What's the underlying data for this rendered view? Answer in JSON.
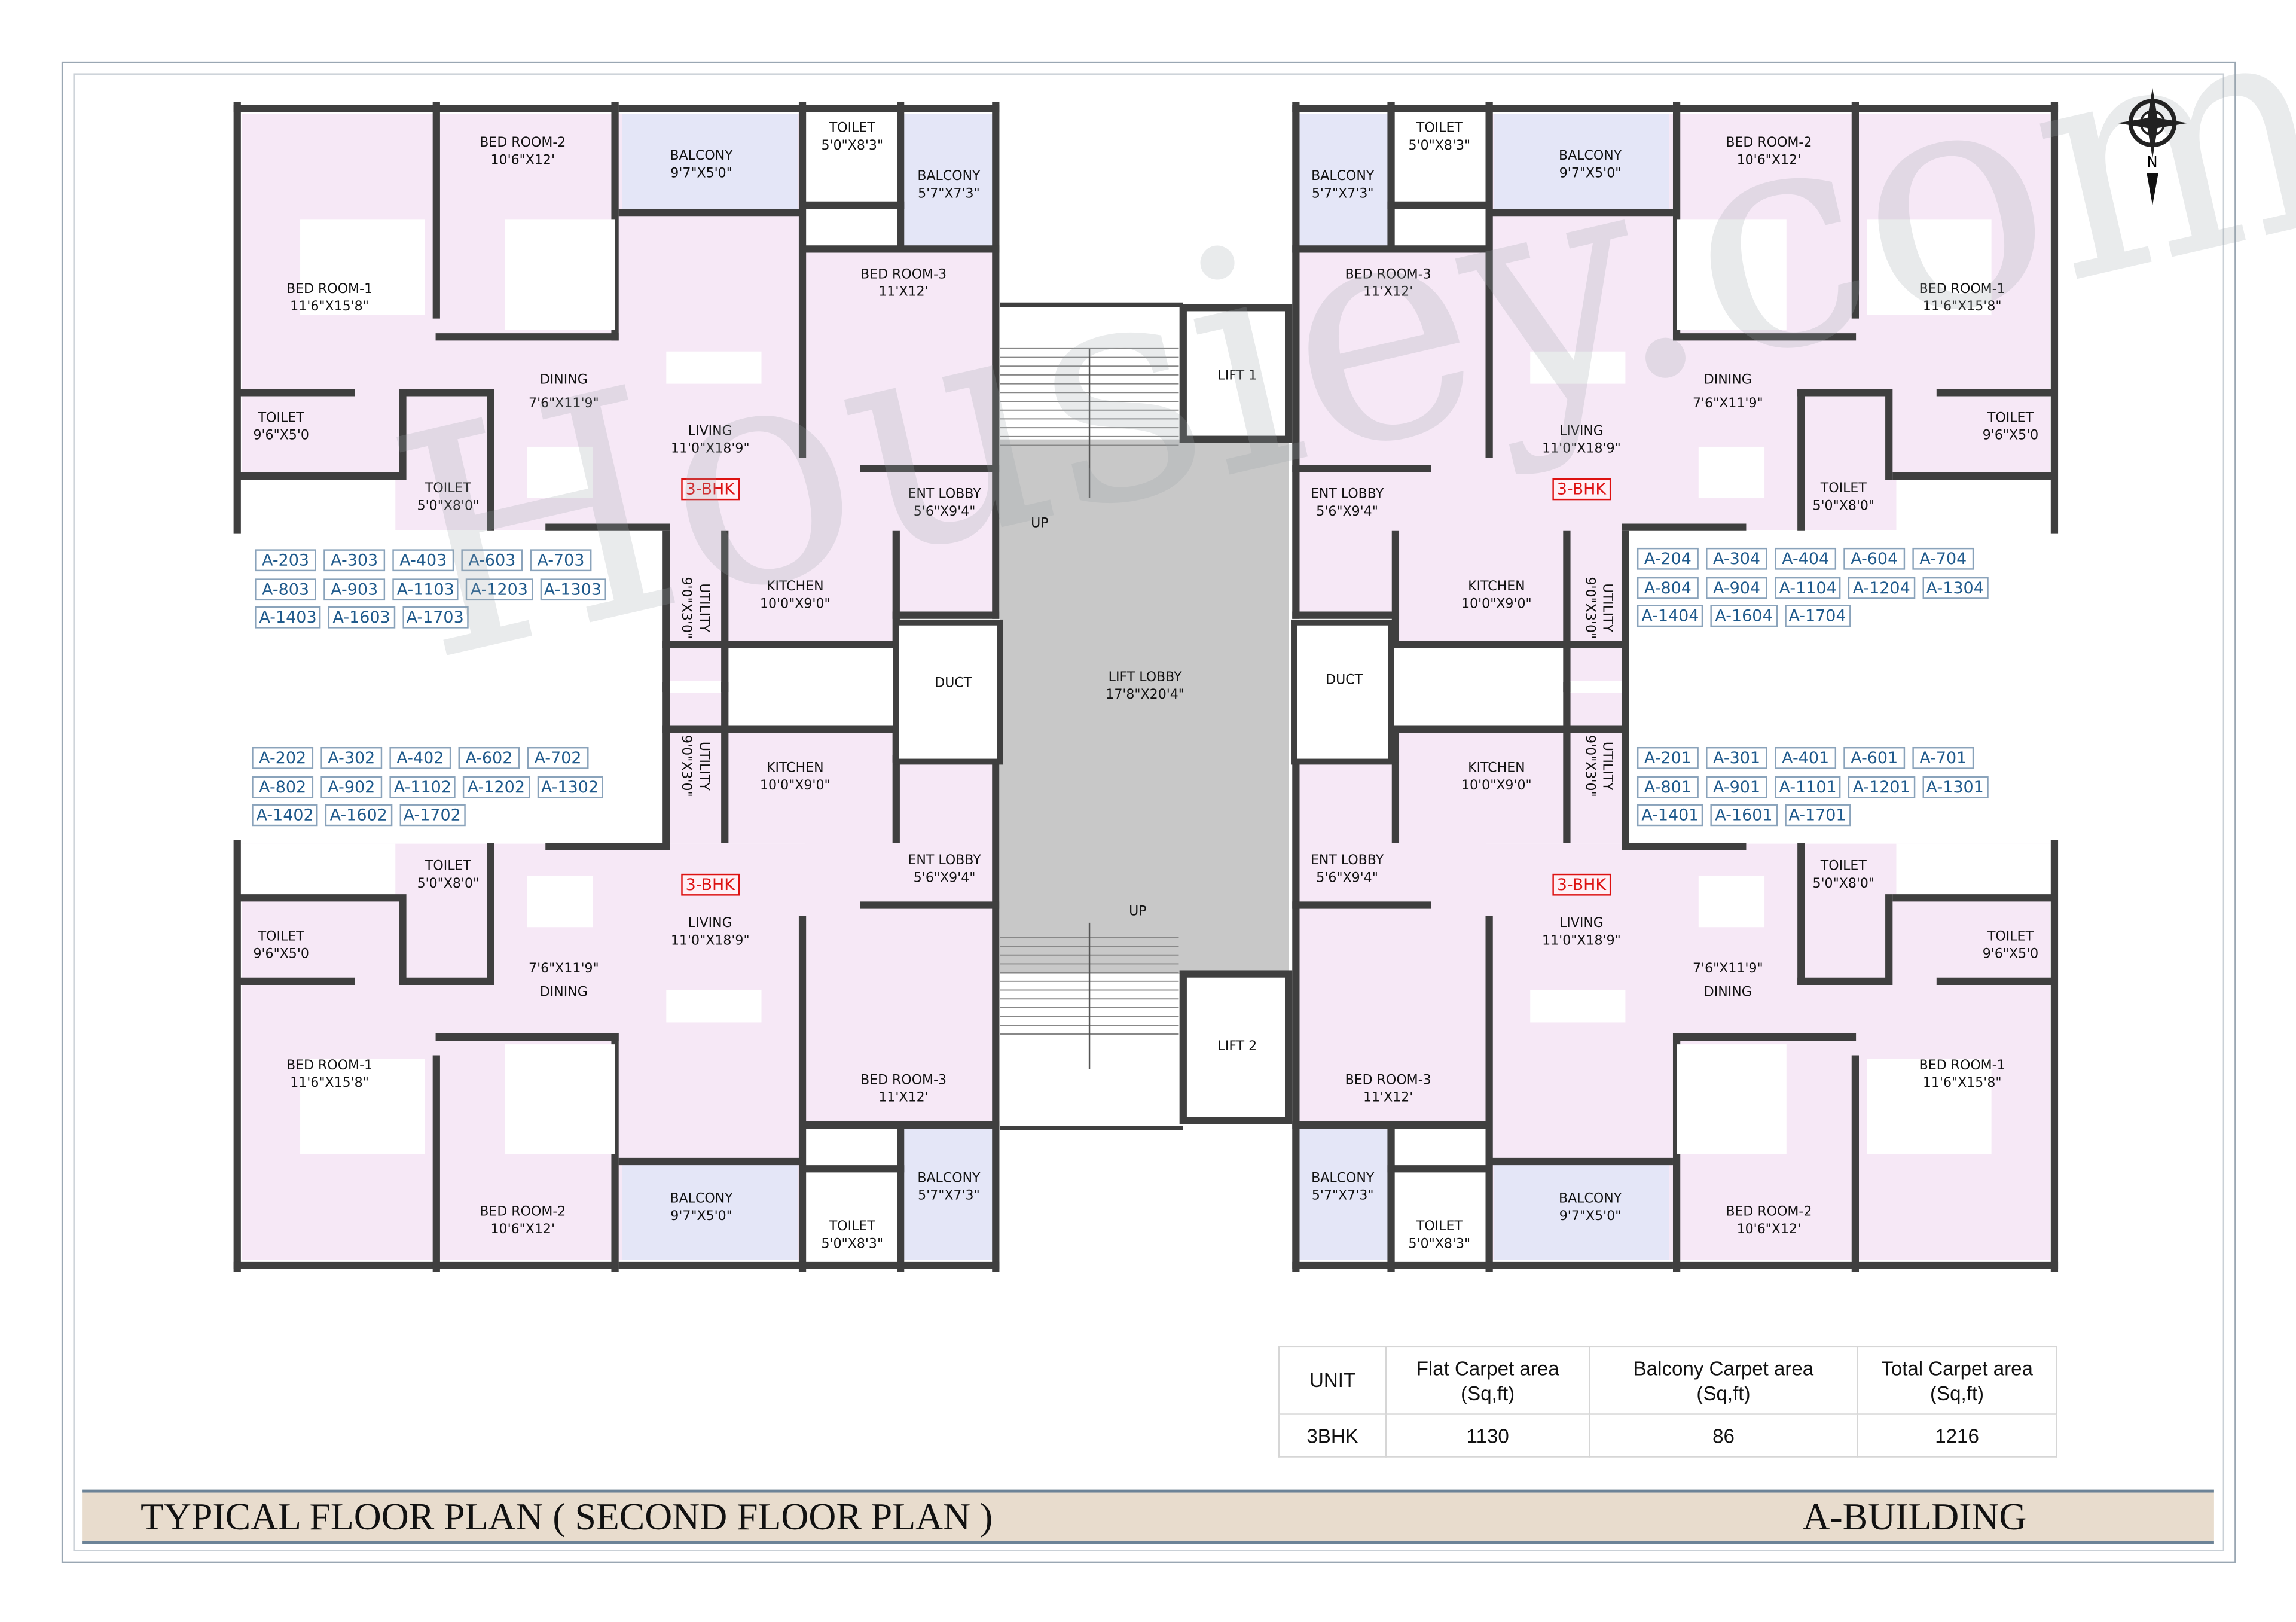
{
  "watermark": "Housiey.com",
  "compass": {
    "north_label": "N"
  },
  "units": [
    {
      "position": "top-left",
      "badge": "3-BHK",
      "rooms": [
        {
          "label": "BED ROOM-1",
          "dim": "11'6\"X15'8\""
        },
        {
          "label": "BED ROOM-2",
          "dim": "10'6\"X12'"
        },
        {
          "label": "BALCONY",
          "dim": "9'7\"X5'0\""
        },
        {
          "label": "TOILET",
          "dim": "5'0\"X8'3\""
        },
        {
          "label": "BALCONY",
          "dim": "5'7\"X7'3\""
        },
        {
          "label": "BED ROOM-3",
          "dim": "11'X12'"
        },
        {
          "label": "DINING",
          "dim": "7'6\"X11'9\""
        },
        {
          "label": "LIVING",
          "dim": "11'0\"X18'9\""
        },
        {
          "label": "TOILET",
          "dim": "9'6\"X5'0"
        },
        {
          "label": "TOILET",
          "dim": "5'0\"X8'0\""
        },
        {
          "label": "ENT LOBBY",
          "dim": "5'6\"X9'4\""
        },
        {
          "label": "KITCHEN",
          "dim": "10'0\"X9'0\""
        },
        {
          "label": "UTILITY",
          "dim": "9'0\"X3'0\""
        }
      ]
    },
    {
      "position": "top-right",
      "badge": "3-BHK",
      "rooms": [
        {
          "label": "BED ROOM-1",
          "dim": "11'6\"X15'8\""
        },
        {
          "label": "BED ROOM-2",
          "dim": "10'6\"X12'"
        },
        {
          "label": "BALCONY",
          "dim": "9'7\"X5'0\""
        },
        {
          "label": "TOILET",
          "dim": "5'0\"X8'3\""
        },
        {
          "label": "BALCONY",
          "dim": "5'7\"X7'3\""
        },
        {
          "label": "BED ROOM-3",
          "dim": "11'X12'"
        },
        {
          "label": "DINING",
          "dim": "7'6\"X11'9\""
        },
        {
          "label": "LIVING",
          "dim": "11'0\"X18'9\""
        },
        {
          "label": "TOILET",
          "dim": "9'6\"X5'0"
        },
        {
          "label": "TOILET",
          "dim": "5'0\"X8'0\""
        },
        {
          "label": "ENT LOBBY",
          "dim": "5'6\"X9'4\""
        },
        {
          "label": "KITCHEN",
          "dim": "10'0\"X9'0\""
        },
        {
          "label": "UTILITY",
          "dim": "9'0\"X3'0\""
        }
      ]
    },
    {
      "position": "bottom-left",
      "badge": "3-BHK",
      "rooms": [
        {
          "label": "BED ROOM-1",
          "dim": "11'6\"X15'8\""
        },
        {
          "label": "BED ROOM-2",
          "dim": "10'6\"X12'"
        },
        {
          "label": "BALCONY",
          "dim": "9'7\"X5'0\""
        },
        {
          "label": "TOILET",
          "dim": "5'0\"X8'3\""
        },
        {
          "label": "BALCONY",
          "dim": "5'7\"X7'3\""
        },
        {
          "label": "BED ROOM-3",
          "dim": "11'X12'"
        },
        {
          "label": "DINING",
          "dim": "7'6\"X11'9\""
        },
        {
          "label": "LIVING",
          "dim": "11'0\"X18'9\""
        },
        {
          "label": "TOILET",
          "dim": "9'6\"X5'0"
        },
        {
          "label": "TOILET",
          "dim": "5'0\"X8'0\""
        },
        {
          "label": "ENT LOBBY",
          "dim": "5'6\"X9'4\""
        },
        {
          "label": "KITCHEN",
          "dim": "10'0\"X9'0\""
        },
        {
          "label": "UTILITY",
          "dim": "9'0\"X3'0\""
        }
      ]
    },
    {
      "position": "bottom-right",
      "badge": "3-BHK",
      "rooms": [
        {
          "label": "BED ROOM-1",
          "dim": "11'6\"X15'8\""
        },
        {
          "label": "BED ROOM-2",
          "dim": "10'6\"X12'"
        },
        {
          "label": "BALCONY",
          "dim": "9'7\"X5'0\""
        },
        {
          "label": "TOILET",
          "dim": "5'0\"X8'3\""
        },
        {
          "label": "BALCONY",
          "dim": "5'7\"X7'3\""
        },
        {
          "label": "BED ROOM-3",
          "dim": "11'X12'"
        },
        {
          "label": "DINING",
          "dim": "7'6\"X11'9\""
        },
        {
          "label": "LIVING",
          "dim": "11'0\"X18'9\""
        },
        {
          "label": "TOILET",
          "dim": "9'6\"X5'0"
        },
        {
          "label": "TOILET",
          "dim": "5'0\"X8'0\""
        },
        {
          "label": "ENT LOBBY",
          "dim": "5'6\"X9'4\""
        },
        {
          "label": "KITCHEN",
          "dim": "10'0\"X9'0\""
        },
        {
          "label": "UTILITY",
          "dim": "9'0\"X3'0\""
        }
      ]
    }
  ],
  "core": {
    "stair_up_top": "UP",
    "stair_up_bottom": "UP",
    "lift_1": "LIFT 1",
    "lift_2": "LIFT 2",
    "lift_lobby": {
      "label": "LIFT LOBBY",
      "dim": "17'8\"X20'4\""
    },
    "duct_left": "DUCT",
    "duct_right": "DUCT"
  },
  "unit_numbers": {
    "top_left": [
      [
        "A-203",
        "A-303",
        "A-403",
        "A-603",
        "A-703"
      ],
      [
        "A-803",
        "A-903",
        "A-1103",
        "A-1203",
        "A-1303"
      ],
      [
        "A-1403",
        "A-1603",
        "A-1703"
      ]
    ],
    "bottom_left": [
      [
        "A-202",
        "A-302",
        "A-402",
        "A-602",
        "A-702"
      ],
      [
        "A-802",
        "A-902",
        "A-1102",
        "A-1202",
        "A-1302"
      ],
      [
        "A-1402",
        "A-1602",
        "A-1702"
      ]
    ],
    "top_right": [
      [
        "A-204",
        "A-304",
        "A-404",
        "A-604",
        "A-704"
      ],
      [
        "A-804",
        "A-904",
        "A-1104",
        "A-1204",
        "A-1304"
      ],
      [
        "A-1404",
        "A-1604",
        "A-1704"
      ]
    ],
    "bottom_right": [
      [
        "A-201",
        "A-301",
        "A-401",
        "A-601",
        "A-701"
      ],
      [
        "A-801",
        "A-901",
        "A-1101",
        "A-1201",
        "A-1301"
      ],
      [
        "A-1401",
        "A-1601",
        "A-1701"
      ]
    ]
  },
  "area_table": {
    "headers": [
      "UNIT",
      "Flat Carpet area\n(Sq,ft)",
      "Balcony Carpet area\n(Sq,ft)",
      "Total Carpet area\n(Sq,ft)"
    ],
    "rows": [
      [
        "3BHK",
        "1130",
        "86",
        "1216"
      ]
    ]
  },
  "title": {
    "left": "TYPICAL FLOOR PLAN ( SECOND FLOOR PLAN )",
    "right": "A-BUILDING"
  },
  "colors": {
    "room_fill": "#f6e8f6",
    "balcony_fill": "#e4e6f7",
    "wall": "#3f3f3f",
    "lobby": "#c8c8c8",
    "unit_number": "#1f5a8c",
    "badge": "#d11111",
    "title_bar": "#e8dccd"
  }
}
